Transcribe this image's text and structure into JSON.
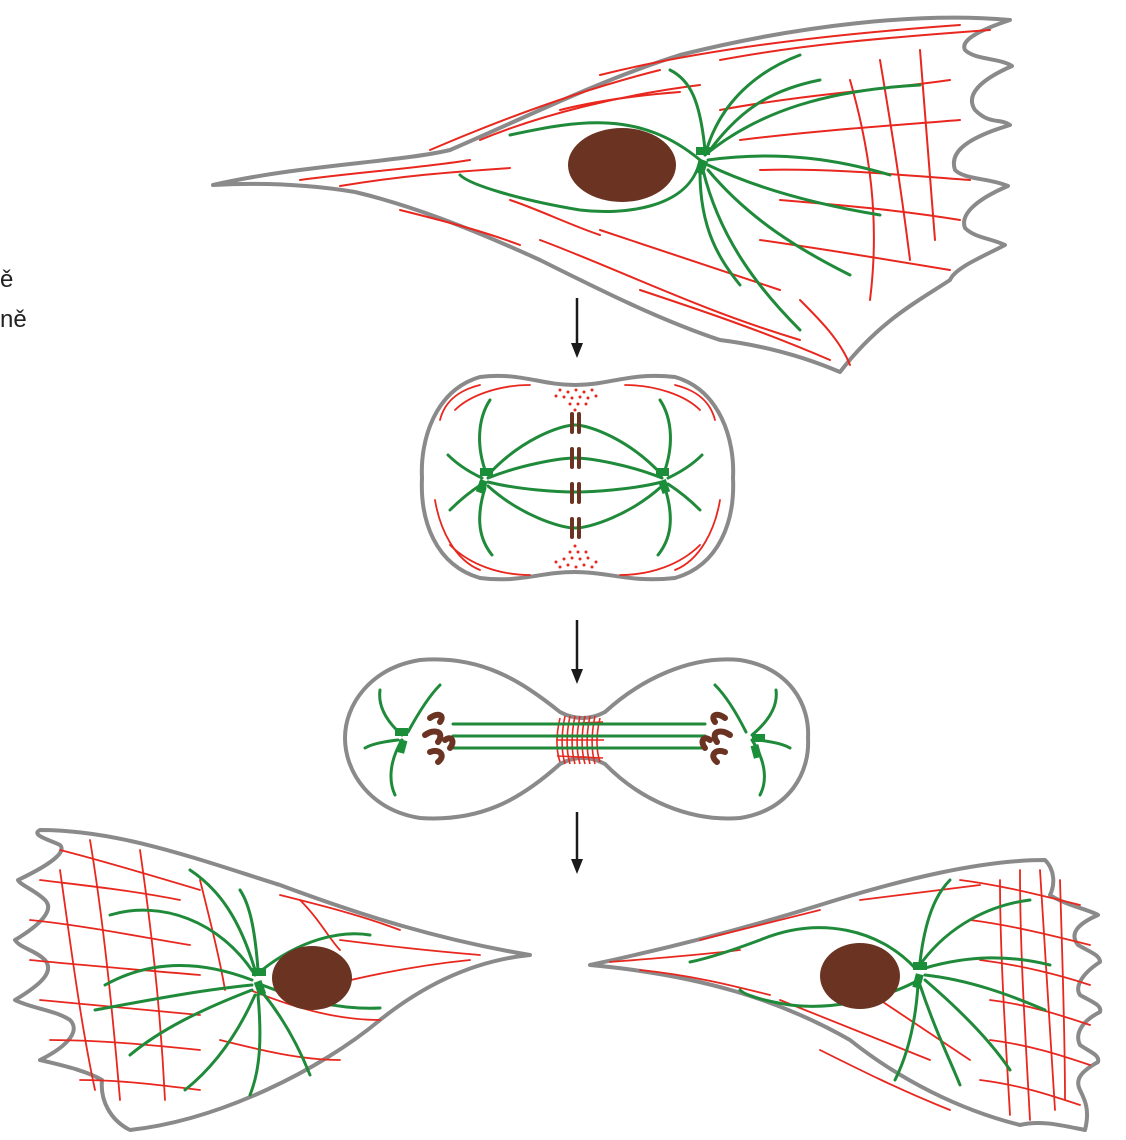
{
  "labels": [
    "ě",
    "ně"
  ],
  "colors": {
    "outline": "#8a8a8a",
    "actin": "#e8271e",
    "microtubule": "#1f8a3a",
    "nucleus": "#6b3322",
    "centrosome": "#1b8e3a",
    "arrow": "#1a1a1a"
  },
  "stages": [
    {
      "name": "interphase-cell"
    },
    {
      "name": "metaphase-cell"
    },
    {
      "name": "cytokinesis-cell"
    },
    {
      "name": "daughter-cell-left"
    },
    {
      "name": "daughter-cell-right"
    }
  ]
}
